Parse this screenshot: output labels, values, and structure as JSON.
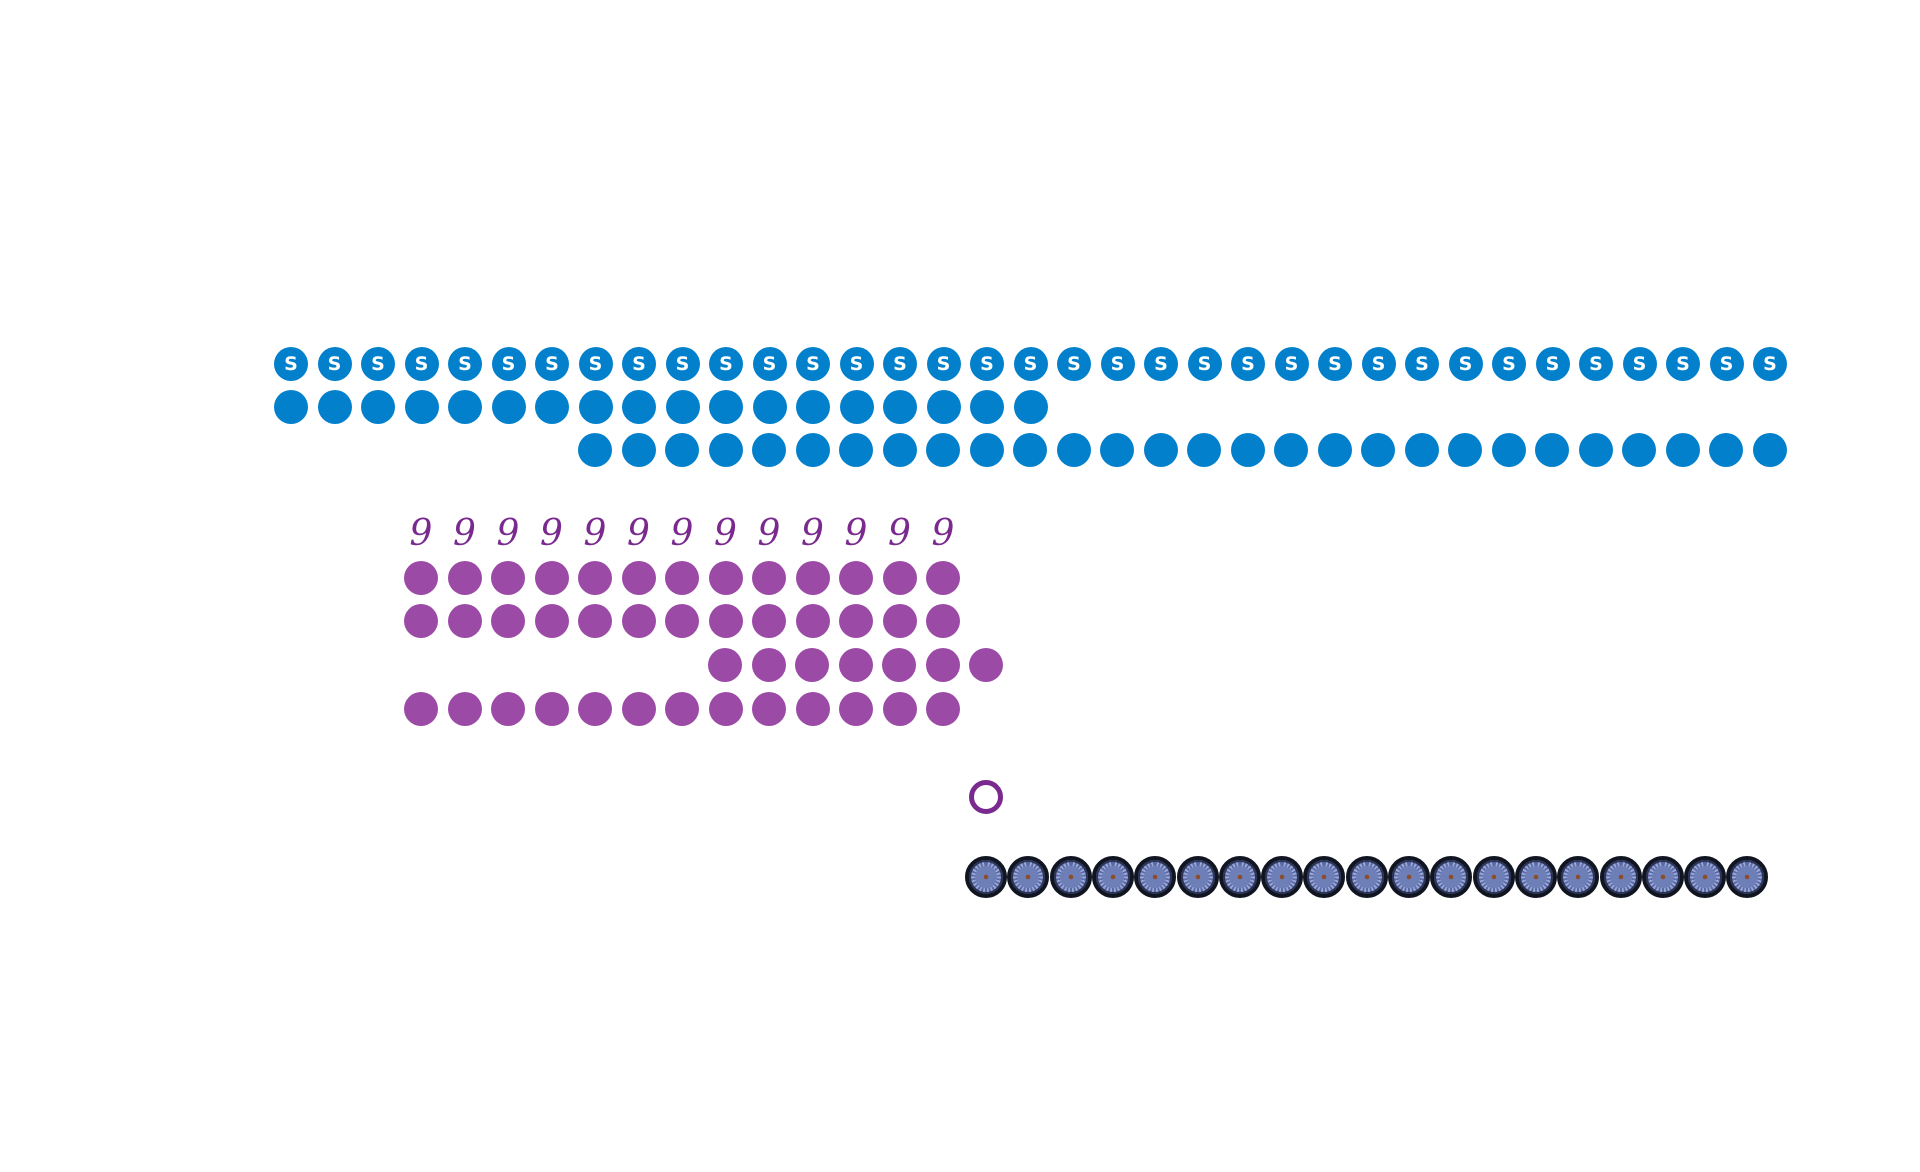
{
  "palette": {
    "blue": "#0380cc",
    "purple": "#9b4aa6",
    "purple_ring": "#7a2a8e"
  },
  "groups": [
    {
      "name": "blue-group",
      "rows": [
        {
          "kind": "s-coin",
          "color": "blue",
          "count": 35,
          "glyph": "S",
          "icon": "s-coin-icon"
        },
        {
          "kind": "solid",
          "color": "blue",
          "count": 18,
          "icon": "blue-dot-icon"
        },
        {
          "kind": "solid",
          "color": "blue",
          "count": 28,
          "icon": "blue-dot-icon"
        }
      ]
    },
    {
      "name": "purple-group",
      "rows": [
        {
          "kind": "nine",
          "color": "purple_ring",
          "count": 13,
          "glyph": "9",
          "icon": "nine-glyph-icon"
        },
        {
          "kind": "solid",
          "color": "purple",
          "count": 13,
          "icon": "purple-dot-icon"
        },
        {
          "kind": "solid",
          "color": "purple",
          "count": 13,
          "icon": "purple-dot-icon"
        },
        {
          "kind": "solid",
          "color": "purple",
          "count": 7,
          "icon": "purple-dot-icon"
        },
        {
          "kind": "solid",
          "color": "purple",
          "count": 13,
          "icon": "purple-dot-icon"
        }
      ]
    },
    {
      "name": "cell-group",
      "rows": [
        {
          "kind": "ring",
          "color": "purple_ring",
          "count": 1,
          "icon": "ring-icon"
        },
        {
          "kind": "cell",
          "color": "blue",
          "count": 19,
          "icon": "cell-icon"
        }
      ]
    }
  ]
}
